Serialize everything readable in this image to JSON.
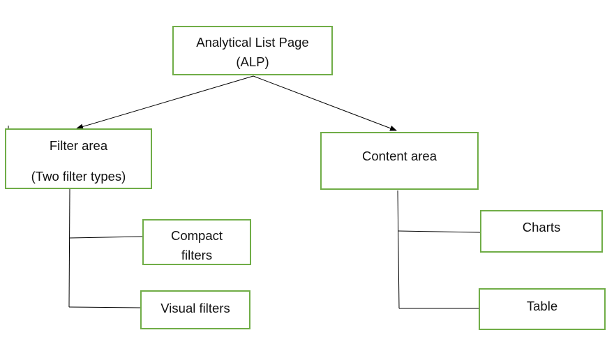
{
  "diagram": {
    "root": {
      "line1": "Analytical List Page",
      "line2": "(ALP)"
    },
    "filter_area": {
      "line1": "Filter area",
      "line2": "(Two filter types)"
    },
    "content_area": {
      "label": "Content area"
    },
    "compact_filters": {
      "line1": "Compact",
      "line2": "filters"
    },
    "visual_filters": {
      "label": "Visual filters"
    },
    "charts": {
      "label": "Charts"
    },
    "table": {
      "label": "Table"
    }
  },
  "colors": {
    "box_border": "#70ad47",
    "line": "#000000"
  }
}
